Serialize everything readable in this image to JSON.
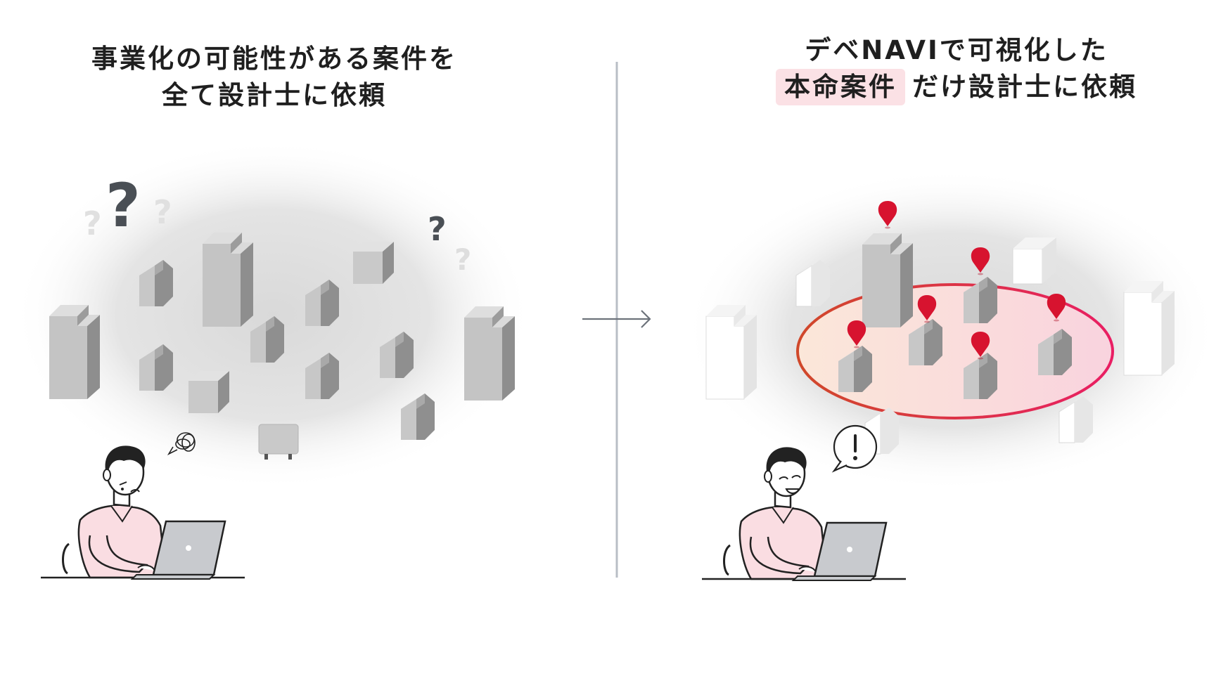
{
  "left_panel": {
    "title_line1": "事業化の可能性がある案件を",
    "title_line2": "全て設計士に依頼"
  },
  "right_panel": {
    "title_line1": "デベNAVIで可視化した",
    "title_highlight": "本命案件",
    "title_rest": "だけ設計士に依頼"
  },
  "colors": {
    "highlight_bg": "#fbe1e5",
    "pin_red": "#d7132f",
    "building_gray": "#c4c4c4",
    "shirt_pink": "#fadde2",
    "divider": "#b8bec6"
  }
}
